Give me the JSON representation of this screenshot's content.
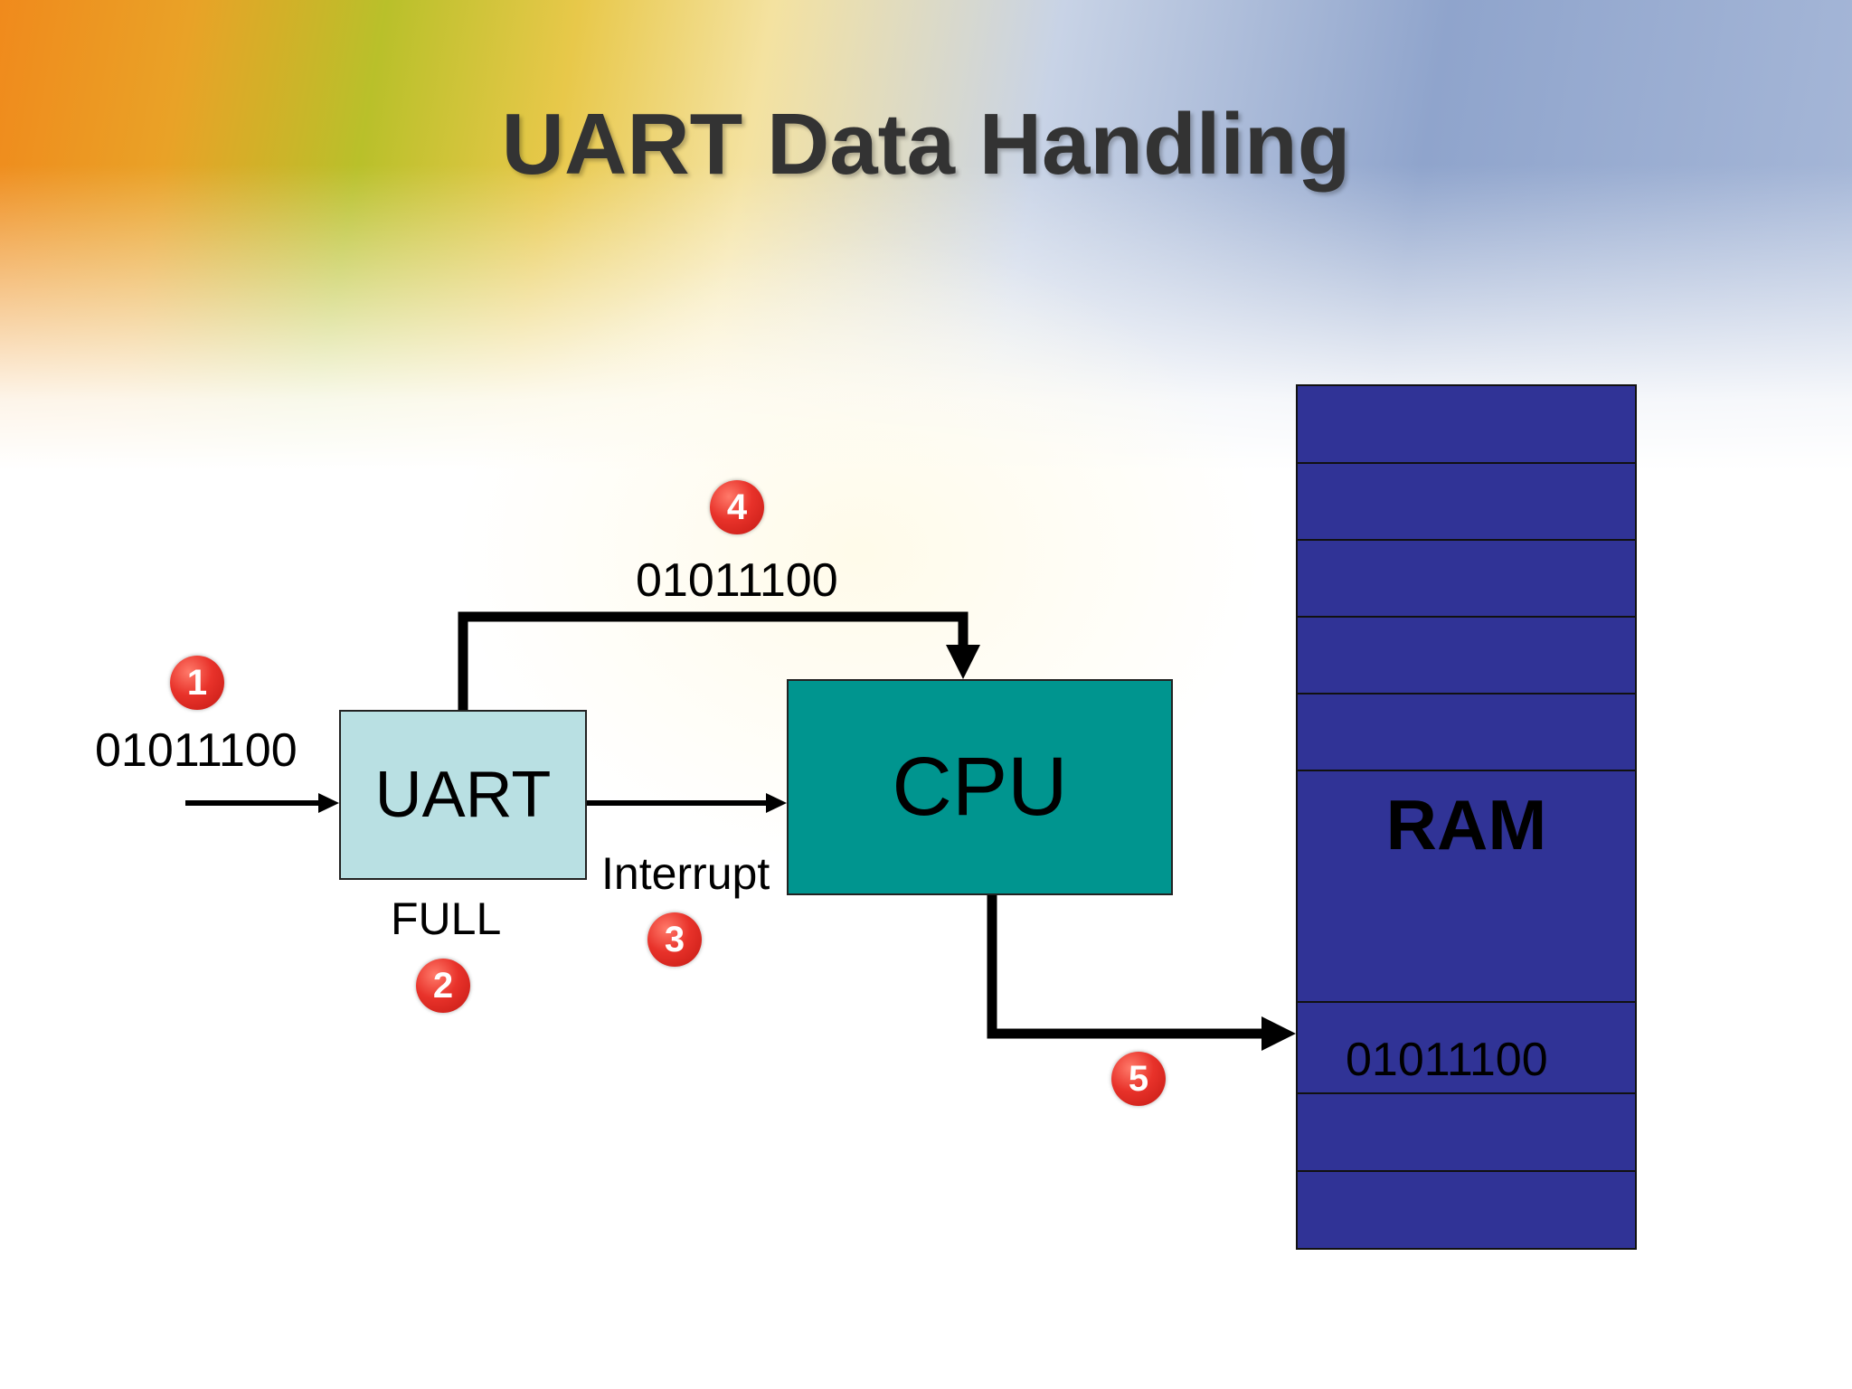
{
  "slide": {
    "title": "UART Data Handling"
  },
  "diagram": {
    "input_bits": "01011100",
    "uart_label": "UART",
    "uart_status": "FULL",
    "interrupt_label": "Interrupt",
    "cpu_label": "CPU",
    "bus_bits": "01011100",
    "ram_label": "RAM",
    "ram_stored_bits": "01011100",
    "steps": [
      "1",
      "2",
      "3",
      "4",
      "5"
    ]
  },
  "colors": {
    "uart_fill": "#b9e0e3",
    "cpu_fill": "#00958f",
    "ram_fill": "#303396",
    "step_badge": "#e8322a"
  }
}
